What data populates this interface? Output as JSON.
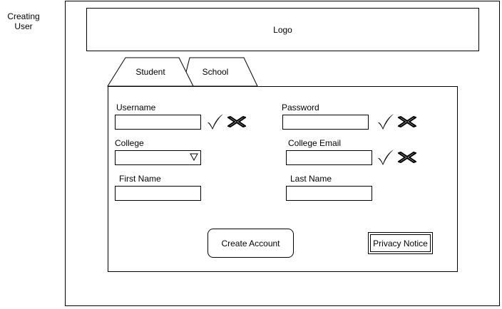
{
  "caption": {
    "line1": "Creating",
    "line2": "User"
  },
  "logo": {
    "label": "Logo"
  },
  "tabs": [
    {
      "label": "Student",
      "active": true
    },
    {
      "label": "School",
      "active": false
    }
  ],
  "form": {
    "username": {
      "label": "Username",
      "value": ""
    },
    "password": {
      "label": "Password",
      "value": ""
    },
    "college": {
      "label": "College",
      "selected": ""
    },
    "college_email": {
      "label": "College Email",
      "value": ""
    },
    "first_name": {
      "label": "First Name",
      "value": ""
    },
    "last_name": {
      "label": "Last Name",
      "value": ""
    }
  },
  "buttons": {
    "create_account": "Create Account",
    "privacy_notice": "Privacy Notice"
  },
  "icons": {
    "valid": "check-icon",
    "invalid": "cross-icon",
    "dropdown": "triangle-down-icon"
  }
}
